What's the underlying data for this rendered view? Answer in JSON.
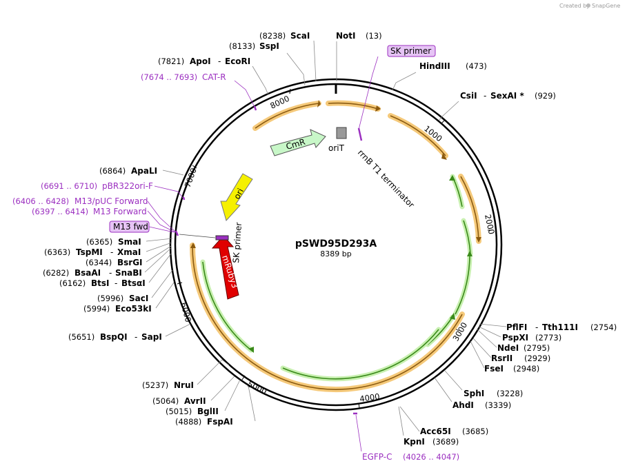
{
  "credit": "Created by",
  "credit_brand": "SnapGene",
  "plasmid": {
    "name": "pSWD95D293A",
    "length_label": "8389 bp"
  },
  "ticks": [
    "1000",
    "2000",
    "3000",
    "4000",
    "5000",
    "6000",
    "7000",
    "8000"
  ],
  "enzymes": [
    {
      "pos": "(8238)",
      "name": "ScaI"
    },
    {
      "pos": "(13)",
      "name": "NotI"
    },
    {
      "pos": "(8133)",
      "name": "SspI"
    },
    {
      "pos": "(7821)",
      "name": "ApoI",
      "name2": "EcoRI"
    },
    {
      "pos": "(473)",
      "name": "HindIII"
    },
    {
      "pos": "(929)",
      "name": "CsiI",
      "name2": "SexAI *"
    },
    {
      "pos": "(6864)",
      "name": "ApaLI"
    },
    {
      "pos": "(6365)",
      "name": "SmaI"
    },
    {
      "pos": "(6363)",
      "name": "TspMI",
      "name2": "XmaI"
    },
    {
      "pos": "(6344)",
      "name": "BsrGI"
    },
    {
      "pos": "(6282)",
      "name": "BsaAI",
      "name2": "SnaBI"
    },
    {
      "pos": "(6162)",
      "name": "BtsI",
      "name2": "BtsαI"
    },
    {
      "pos": "(5996)",
      "name": "SacI"
    },
    {
      "pos": "(5994)",
      "name": "Eco53kI"
    },
    {
      "pos": "(5651)",
      "name": "BspQI",
      "name2": "SapI"
    },
    {
      "pos": "(5237)",
      "name": "NruI"
    },
    {
      "pos": "(5064)",
      "name": "AvrII"
    },
    {
      "pos": "(5015)",
      "name": "BglII"
    },
    {
      "pos": "(4888)",
      "name": "FspAI"
    },
    {
      "pos": "(2754)",
      "name": "PflFI",
      "name2": "Tth111I"
    },
    {
      "pos": "(2773)",
      "name": "PspXI"
    },
    {
      "pos": "(2795)",
      "name": "NdeI"
    },
    {
      "pos": "(2929)",
      "name": "RsrII"
    },
    {
      "pos": "(2948)",
      "name": "FseI"
    },
    {
      "pos": "(3228)",
      "name": "SphI"
    },
    {
      "pos": "(3339)",
      "name": "AhdI"
    },
    {
      "pos": "(3685)",
      "name": "Acc65I"
    },
    {
      "pos": "(3689)",
      "name": "KpnI"
    }
  ],
  "primers": [
    {
      "range": "(7674 .. 7693)",
      "name": "CAT-R"
    },
    {
      "range": "(6691 .. 6710)",
      "name": "pBR322ori-F"
    },
    {
      "range": "(6406 .. 6428)",
      "name": "M13/pUC Forward"
    },
    {
      "range": "(6397 .. 6414)",
      "name": "M13 Forward"
    },
    {
      "range": "(4026 .. 4047)",
      "name": "EGFP-C"
    }
  ],
  "boxed_primers": [
    "SK primer",
    "M13 fwd"
  ],
  "features": {
    "cmr": "CmR",
    "ori": "ori",
    "orit": "oriT",
    "rrnb": "rrnB T1 terminator",
    "sk_inner": "SK primer",
    "mruby": "mRuby3"
  },
  "colors": {
    "backbone": "#000000",
    "orange_feature": "#f5c97a",
    "orange_arrow": "#8a5a10",
    "green_feature": "#c8f0b0",
    "green_arrow": "#3a8a1a",
    "primer_purple": "#9b2fc0",
    "primer_box_fill": "#e6c4f5",
    "cmr_fill": "#c8f7c8",
    "ori_fill": "#f5f000",
    "mruby_fill": "#e00000",
    "orit_fill": "#999999"
  }
}
